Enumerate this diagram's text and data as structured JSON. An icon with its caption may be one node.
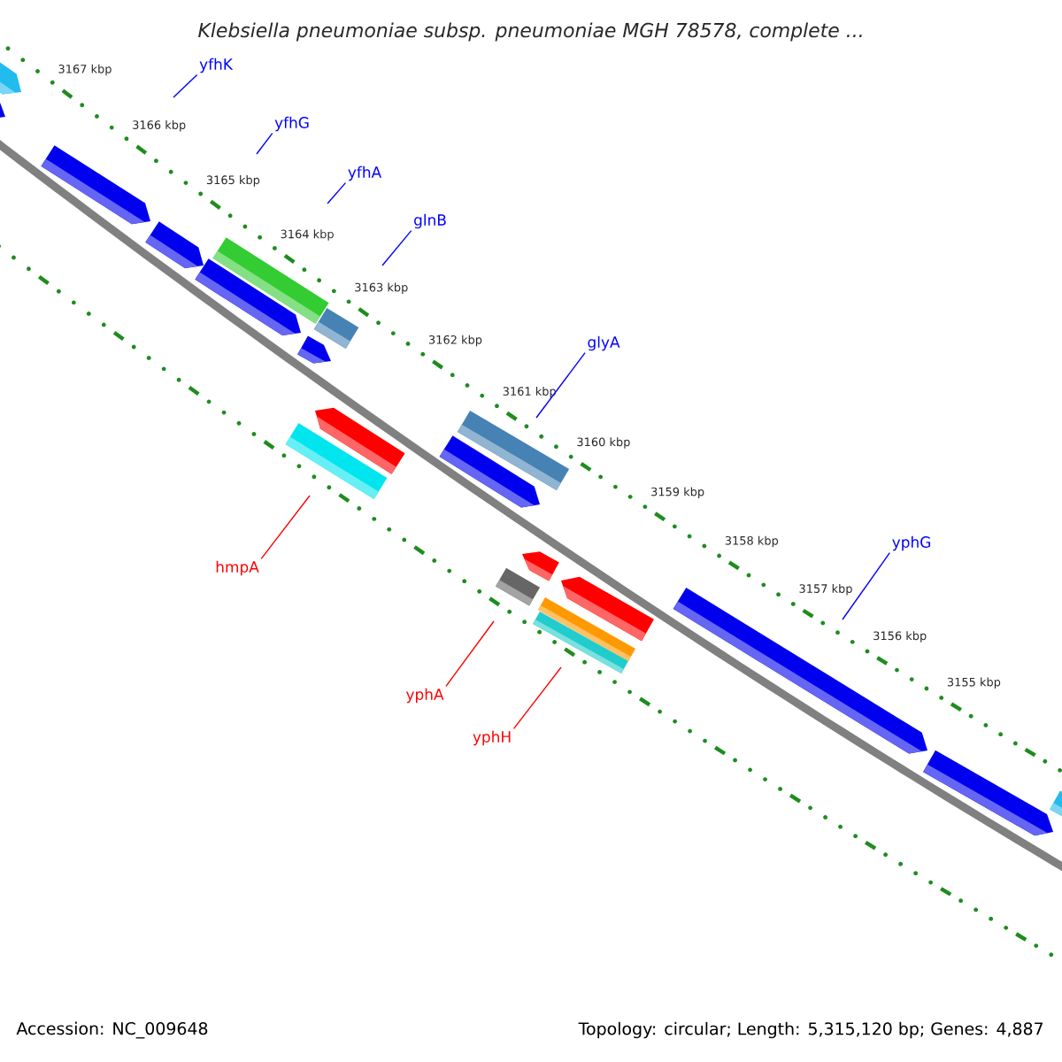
{
  "diagram": {
    "title": "Klebsiella pneumoniae subsp. pneumoniae MGH 78578, complete ...",
    "nodes": [
      {
        "text": [
          "yfhK"
        ]
      },
      {
        "text": [
          "yfhG"
        ]
      },
      {
        "text": [
          "yfhA"
        ]
      },
      {
        "text": [
          "glnB"
        ]
      },
      {
        "text": [
          "glyA"
        ]
      },
      {
        "text": [
          "yphG"
        ]
      },
      {
        "text": [
          "hmpA"
        ]
      },
      {
        "text": [
          "yphA"
        ]
      },
      {
        "text": [
          "yphH"
        ]
      }
    ],
    "edges": [
      {
        "from": 0,
        "to": null,
        "arrow": "none"
      },
      {
        "from": 1,
        "to": null,
        "arrow": "none"
      },
      {
        "from": 2,
        "to": null,
        "arrow": "none"
      },
      {
        "from": 3,
        "to": null,
        "arrow": "none"
      },
      {
        "from": 4,
        "to": null,
        "arrow": "none"
      },
      {
        "from": 5,
        "to": null,
        "arrow": "none"
      },
      {
        "from": 6,
        "to": null,
        "arrow": "none",
        "color": "#ff0000"
      },
      {
        "from": 7,
        "to": null,
        "arrow": "none",
        "color": "#ff0000"
      },
      {
        "from": 8,
        "to": null,
        "arrow": "none",
        "color": "#ff0000"
      }
    ],
    "labels": [
      "3167 kbp",
      "3166 kbp",
      "3165 kbp",
      "3164 kbp",
      "3163 kbp",
      "3162 kbp",
      "3161 kbp",
      "3160 kbp",
      "3159 kbp",
      "3158 kbp",
      "3157 kbp",
      "3156 kbp",
      "3155 kbp",
      "Accession: NC_009648",
      "Topology: circular; Length: 5,315,120 bp; Genes: 4,887"
    ]
  }
}
